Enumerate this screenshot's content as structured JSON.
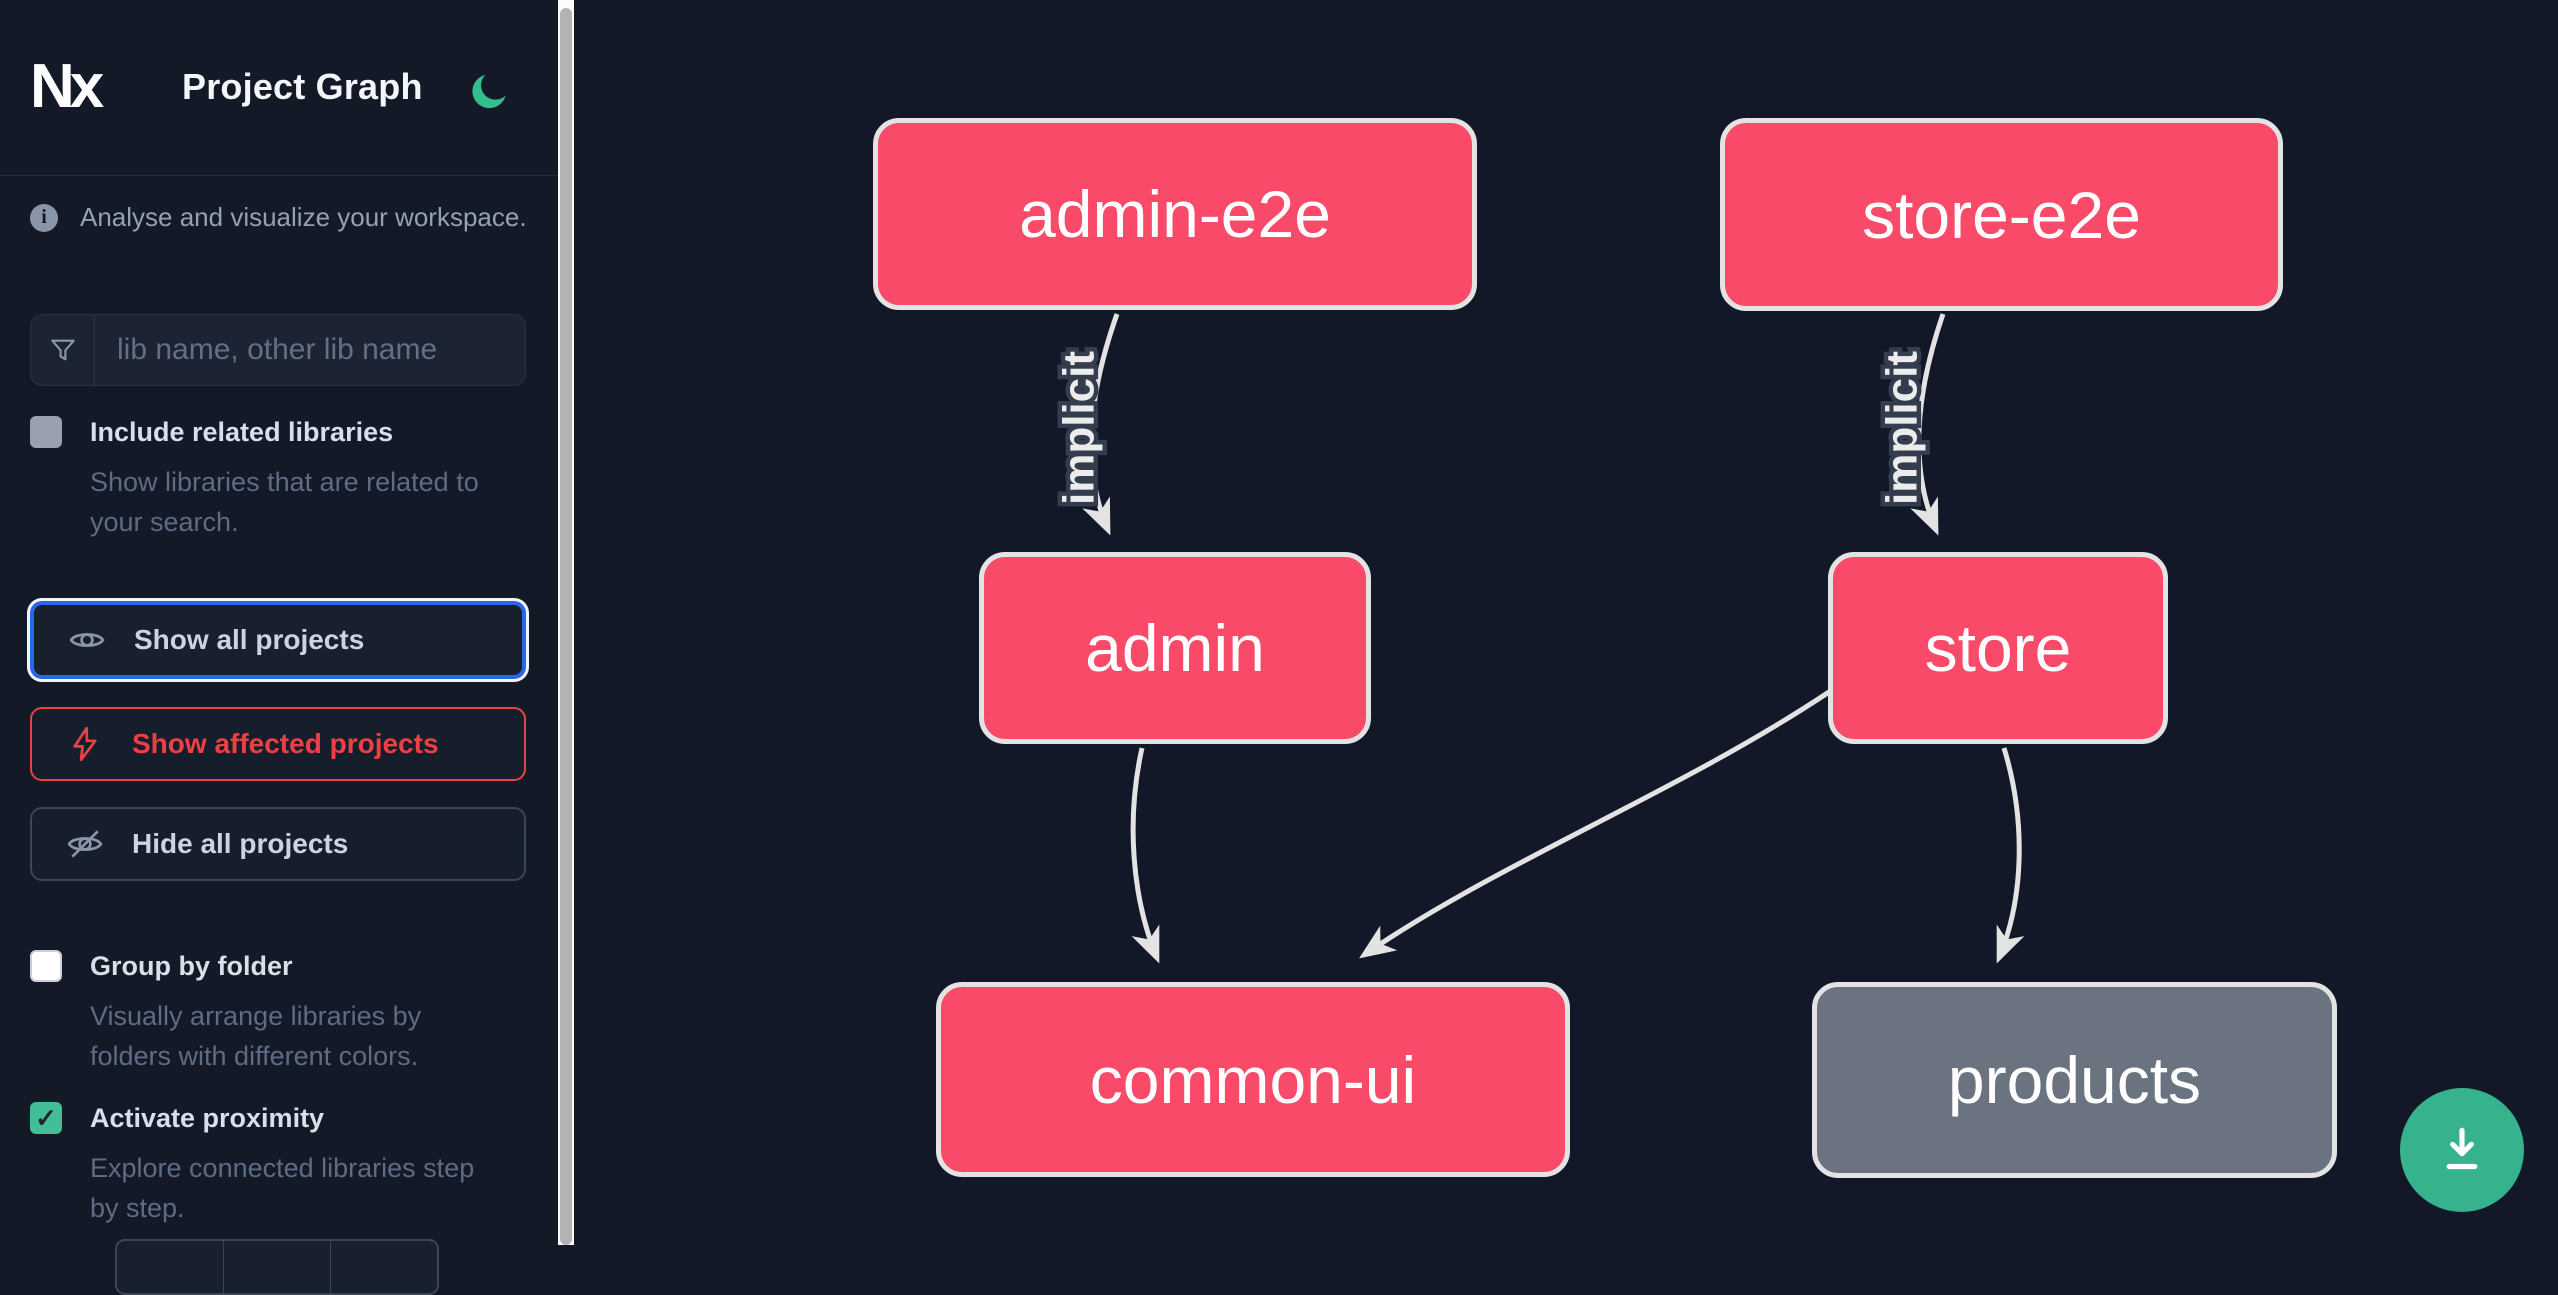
{
  "header": {
    "app_title": "Project Graph",
    "logo_text": "Nx"
  },
  "sidebar": {
    "tagline": "Analyse and visualize your workspace.",
    "search": {
      "placeholder": "lib name, other lib name",
      "value": ""
    },
    "checkboxes": {
      "include_related": {
        "label": "Include related libraries",
        "desc_line1": "Show libraries that are related to",
        "desc_line2": "your search.",
        "checked": false
      },
      "group_by_folder": {
        "label": "Group by folder",
        "desc_line1": "Visually arrange libraries by",
        "desc_line2": "folders with different colors.",
        "checked": false
      },
      "activate_proximity": {
        "label": "Activate proximity",
        "desc_line1": "Explore connected libraries step",
        "desc_line2": "by step.",
        "checked": true,
        "check_glyph": "✓"
      }
    },
    "buttons": {
      "show_all": "Show all projects",
      "show_affected": "Show affected projects",
      "hide_all": "Hide all projects"
    }
  },
  "graph": {
    "nodes": [
      {
        "id": "admin-e2e",
        "label": "admin-e2e",
        "type": "affected"
      },
      {
        "id": "store-e2e",
        "label": "store-e2e",
        "type": "affected"
      },
      {
        "id": "admin",
        "label": "admin",
        "type": "affected"
      },
      {
        "id": "store",
        "label": "store",
        "type": "affected"
      },
      {
        "id": "common-ui",
        "label": "common-ui",
        "type": "affected"
      },
      {
        "id": "products",
        "label": "products",
        "type": "default"
      }
    ],
    "edges": [
      {
        "from": "admin-e2e",
        "to": "admin",
        "label": "implicit"
      },
      {
        "from": "store-e2e",
        "to": "store",
        "label": "implicit"
      },
      {
        "from": "admin",
        "to": "common-ui",
        "label": ""
      },
      {
        "from": "store",
        "to": "common-ui",
        "label": ""
      },
      {
        "from": "store",
        "to": "products",
        "label": ""
      }
    ]
  },
  "icons": {
    "moon": "moon-icon",
    "filter": "filter-funnel-icon",
    "info": "info-icon",
    "eye": "eye-icon",
    "bolt": "lightning-bolt-icon",
    "eye_off": "eye-off-icon",
    "download": "download-icon"
  },
  "colors": {
    "background": "#121827",
    "node_affected_pink": "#f94b69",
    "node_default_gray": "#6b7380",
    "node_border": "#e3e3e3",
    "edge_stroke": "#e3e3e3",
    "focus_blue": "#2867e8",
    "affected_red": "#ee4044",
    "checkbox_green": "#43bd96",
    "download_green": "#36b28c",
    "moon_green": "#36bd8f"
  }
}
